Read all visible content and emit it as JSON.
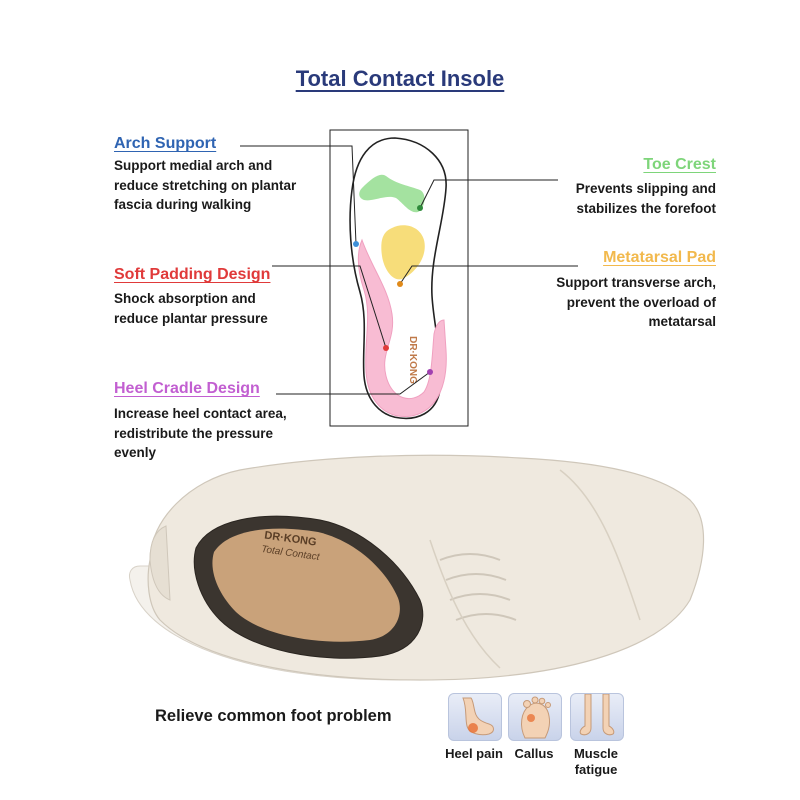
{
  "title": "Total Contact Insole",
  "colors": {
    "title": "#2a3a7a",
    "arch": "#2f64b2",
    "soft": "#e03a3a",
    "heel": "#c25fd1",
    "toe": "#7ed57a",
    "meta": "#f2b94d",
    "insole_pink": "#f8bcd3",
    "insole_yellow": "#f7dd7a",
    "insole_green": "#a4e2a0",
    "shoe": "#efe9df"
  },
  "features": {
    "arch": {
      "title": "Arch Support",
      "desc": "Support medial arch and reduce stretching on plantar fascia during walking"
    },
    "soft": {
      "title": "Soft Padding Design",
      "desc": "Shock absorption and reduce plantar pressure"
    },
    "heel": {
      "title": "Heel Cradle Design",
      "desc": "Increase heel contact area, redistribute the pressure evenly"
    },
    "toe": {
      "title": "Toe Crest",
      "desc": "Prevents slipping and stabilizes the forefoot"
    },
    "meta": {
      "title": "Metatarsal Pad",
      "desc": "Support transverse arch, prevent the overload of metatarsal"
    }
  },
  "insole_brand": "DR·KONG",
  "shoe": {
    "brand": "DR·KONG",
    "subtitle": "Total Contact"
  },
  "relieve_label": "Relieve common foot problem",
  "conditions": [
    {
      "label": "Heel pain",
      "icon": "heel-pain-icon"
    },
    {
      "label": "Callus",
      "icon": "callus-icon"
    },
    {
      "label": "Muscle fatigue",
      "icon": "muscle-fatigue-icon"
    }
  ]
}
